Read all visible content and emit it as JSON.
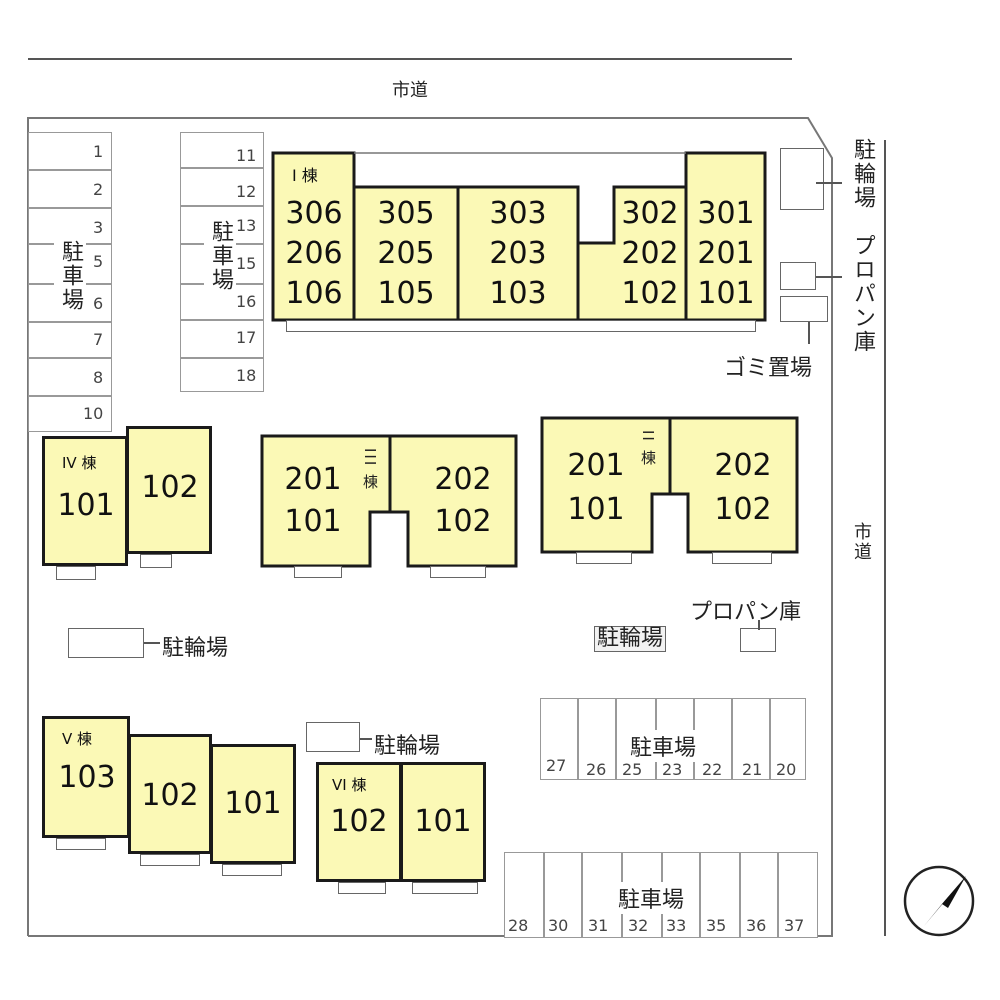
{
  "roads": {
    "north": "市道",
    "east": "市道"
  },
  "parking_left": {
    "label": "駐車場",
    "spaces": [
      "1",
      "2",
      "3",
      "5",
      "6",
      "7",
      "8",
      "10"
    ]
  },
  "parking_mid": {
    "label": "駐車場",
    "spaces": [
      "11",
      "12",
      "13",
      "15",
      "16",
      "17",
      "18"
    ]
  },
  "building_1": {
    "name": "I 棟",
    "units": [
      [
        "306",
        "206",
        "106"
      ],
      [
        "305",
        "205",
        "105"
      ],
      [
        "303",
        "203",
        "103"
      ],
      [
        "302",
        "202",
        "102"
      ],
      [
        "301",
        "201",
        "101"
      ]
    ]
  },
  "bike_ne": "駐輪場",
  "propane_ne": "プロパン庫",
  "garbage": "ゴミ置場",
  "building_4": {
    "name": "IV 棟",
    "units": [
      "101",
      "102"
    ]
  },
  "building_3": {
    "name": "III 棟",
    "left": [
      "201",
      "101"
    ],
    "right": [
      "202",
      "102"
    ]
  },
  "building_2": {
    "name": "II 棟",
    "left": [
      "201",
      "101"
    ],
    "right": [
      "202",
      "102"
    ]
  },
  "propane_mid": "プロパン庫",
  "bike_mid": "駐輪場",
  "bike_left": "駐輪場",
  "bike_center": "駐輪場",
  "building_5": {
    "name": "V 棟",
    "units": [
      "103",
      "102",
      "101"
    ]
  },
  "building_6": {
    "name": "VI 棟",
    "units": [
      "102",
      "101"
    ]
  },
  "parking_se1": {
    "label": "駐車場",
    "spaces": [
      "27",
      "26",
      "25",
      "23",
      "22",
      "21",
      "20"
    ]
  },
  "parking_se2": {
    "label": "駐車場",
    "spaces": [
      "28",
      "30",
      "31",
      "32",
      "33",
      "35",
      "36",
      "37"
    ]
  }
}
